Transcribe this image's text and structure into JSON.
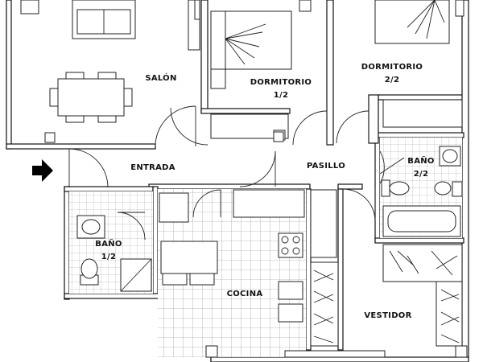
{
  "rooms": {
    "salon": "SALÓN",
    "dormitorio_1_name": "DORMITORIO",
    "dormitorio_1_num": "1/2",
    "dormitorio_2_name": "DORMITORIO",
    "dormitorio_2_num": "2/2",
    "entrada": "ENTRADA",
    "pasillo": "PASILLO",
    "bano_1_name": "BAÑO",
    "bano_1_num": "1/2",
    "bano_2_name": "BAÑO",
    "bano_2_num": "2/2",
    "cocina": "COCINA",
    "vestidor": "VESTIDOR"
  },
  "icons": {
    "entry": "arrow-right-icon"
  }
}
